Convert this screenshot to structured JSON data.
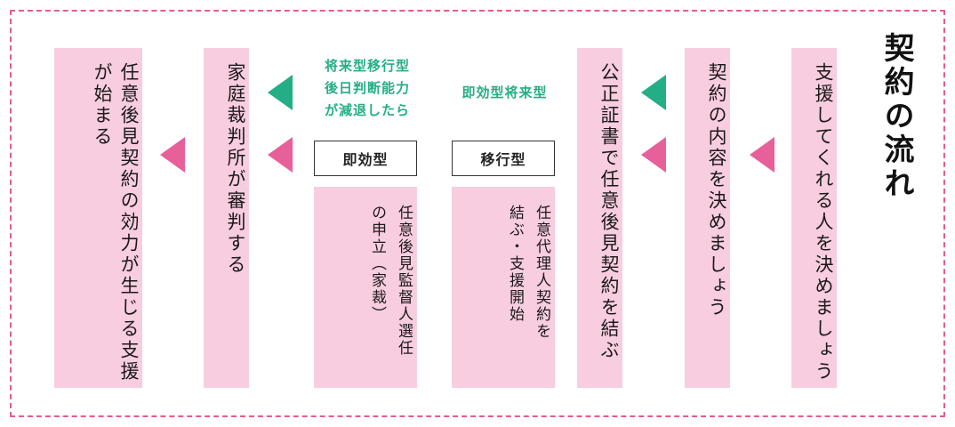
{
  "title": "契約の流れ",
  "steps": {
    "step1": "支援してくれる人を決めましょう",
    "step2": "契約の内容を決めましょう",
    "step3": "公正証書で任意後見契約を結ぶ",
    "step4": "家庭裁判所が審判する",
    "step5": {
      "line1": "任意後見契約の効力が生じる支援",
      "line2": "が始まる"
    }
  },
  "types": {
    "immediate_label": "即効型将来型",
    "transition_note": {
      "line1": "将来型移行型",
      "line2": "後日判断能力",
      "line3": "が減退したら"
    },
    "transition_box": "移行型",
    "transition_detail": {
      "line1": "任意代理人契約を",
      "line2": "結ぶ・支援開始"
    },
    "immediate_box": "即効型",
    "immediate_detail": {
      "line1": "任意後見監督人選任",
      "line2": "の申立（家裁）"
    }
  },
  "colors": {
    "pink_box": "#f8cde0",
    "pink_arrow": "#e8609a",
    "green_arrow": "#24ae85",
    "border": "#e25d8e"
  }
}
